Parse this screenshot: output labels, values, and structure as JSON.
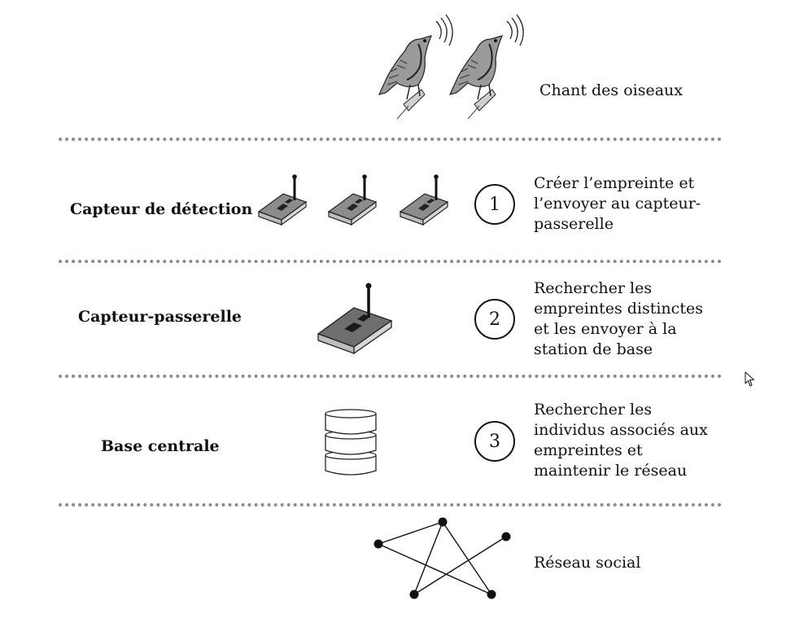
{
  "top": {
    "caption": "Chant des oiseaux"
  },
  "rows": [
    {
      "label": "Capteur de détection",
      "step_number": "1",
      "step_lines": [
        "Créer l’empreinte et",
        "l’envoyer au capteur-",
        "passerelle"
      ]
    },
    {
      "label": "Capteur-passerelle",
      "step_number": "2",
      "step_lines": [
        "Rechercher les",
        "empreintes distinctes",
        "et les envoyer à la",
        "station de base"
      ]
    },
    {
      "label": "Base centrale",
      "step_number": "3",
      "step_lines": [
        "Rechercher les",
        "individus associés aux",
        "empreintes et",
        "maintenir le réseau"
      ]
    }
  ],
  "bottom": {
    "caption": "Réseau social"
  },
  "colors": {
    "divider": "#8a8a8a",
    "sensor_top": "#8c8c8c",
    "gateway_top": "#6e6e6e",
    "chip": "#222222"
  },
  "icons": [
    "bird-icon",
    "sensor-node-icon",
    "gateway-node-icon",
    "database-icon",
    "social-network-graph-icon",
    "mouse-cursor-icon"
  ]
}
